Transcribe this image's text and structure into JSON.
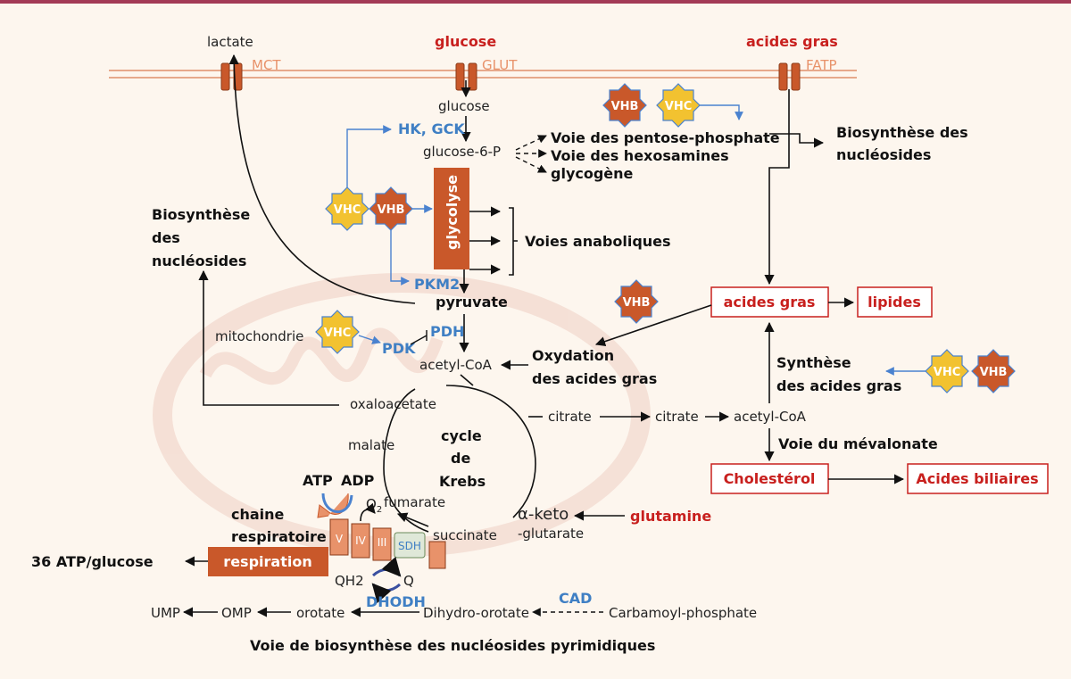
{
  "colors": {
    "red": "#c8201e",
    "blue": "#3f7fc4",
    "vhc": "#f2c230",
    "vhb": "#c9582a",
    "complex": "#e8926a",
    "respiration": "#c9582a",
    "background": "#fdf6ee",
    "topbar": "#a33a56"
  },
  "membrane": {
    "lactate": "lactate",
    "mct": "MCT",
    "glucose": "glucose",
    "glut": "GLUT",
    "acides_gras": "acides gras",
    "fatp": "FATP"
  },
  "glycolysis": {
    "glucose_in": "glucose",
    "hk_gck": "HK, GCK",
    "g6p": "glucose-6-P",
    "pentose": "Voie des pentose-phosphate",
    "hexosamines": "Voie des hexosamines",
    "glycogene": "glycogène",
    "glycolyse": "glycolyse",
    "voies_anaboliques": "Voies anaboliques",
    "pkm2": "PKM2",
    "pyruvate": "pyruvate"
  },
  "viruses": {
    "vhc": "VHC",
    "vhb": "VHB"
  },
  "left": {
    "biosynth1": "Biosynthèse",
    "biosynth2": "des",
    "biosynth3": "nucléosides",
    "mitochondrie": "mitochondrie",
    "pdk": "PDK",
    "pdh": "PDH",
    "acetyl_coa": "acetyl-CoA"
  },
  "right": {
    "biosynth1": "Biosynthèse des",
    "biosynth2": "nucléosides",
    "acides_gras": "acides gras",
    "lipides": "lipides",
    "oxydation1": "Oxydation",
    "oxydation2": "des acides gras",
    "synthese1": "Synthèse",
    "synthese2": "des acides gras",
    "citrate_1": "citrate",
    "citrate_2": "citrate",
    "acetyl_coa": "acetyl-CoA",
    "mevalonate": "Voie du mévalonate",
    "cholesterol": "Cholestérol",
    "acides_biliaires": "Acides biliaires"
  },
  "krebs": {
    "oxaloacetate": "oxaloacetate",
    "malate": "malate",
    "cycle1": "cycle",
    "cycle2": "de",
    "cycle3": "Krebs",
    "fumarate": "fumarate",
    "o2": "O",
    "o2_sub": "2",
    "succinate": "succinate",
    "akg1": "α-keto",
    "akg2": "-glutarate",
    "glutamine": "glutamine"
  },
  "respiration": {
    "atp": "ATP",
    "adp": "ADP",
    "chaine1": "chaine",
    "chaine2": "respiratoire",
    "atp_glucose": "36 ATP/glucose",
    "respiration": "respiration",
    "complex_v": "V",
    "complex_iv": "IV",
    "complex_iii": "III",
    "sdh": "SDH",
    "qh2": "QH2",
    "q": "Q",
    "dhodh": "DHODH"
  },
  "pyrimidine": {
    "ump": "UMP",
    "omp": "OMP",
    "orotate": "orotate",
    "dihydro": "Dihydro-orotate",
    "cad": "CAD",
    "carbamoyl": "Carbamoyl-phosphate",
    "title": "Voie de biosynthèse des nucléosides pyrimidiques"
  }
}
